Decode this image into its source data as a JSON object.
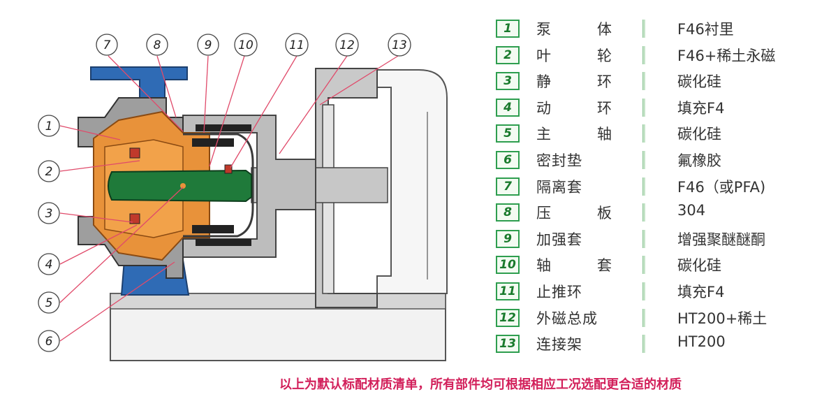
{
  "callouts": [
    "1",
    "2",
    "3",
    "4",
    "5",
    "6",
    "7",
    "8",
    "9",
    "10",
    "11",
    "12",
    "13"
  ],
  "parts": [
    {
      "num": "1",
      "name": "泵  体",
      "spread": true,
      "material": "F46衬里"
    },
    {
      "num": "2",
      "name": "叶  轮",
      "spread": true,
      "material": "F46+稀土永磁"
    },
    {
      "num": "3",
      "name": "静  环",
      "spread": true,
      "material": "碳化硅"
    },
    {
      "num": "4",
      "name": "动  环",
      "spread": true,
      "material": "填充F4"
    },
    {
      "num": "5",
      "name": "主  轴",
      "spread": true,
      "material": "碳化硅"
    },
    {
      "num": "6",
      "name": "密封垫",
      "spread": false,
      "material": "氟橡胶"
    },
    {
      "num": "7",
      "name": "隔离套",
      "spread": false,
      "material": "F46（或PFA)"
    },
    {
      "num": "8",
      "name": "压  板",
      "spread": true,
      "material": "304"
    },
    {
      "num": "9",
      "name": "加强套",
      "spread": false,
      "material": "增强聚醚醚酮"
    },
    {
      "num": "10",
      "name": "轴  套",
      "spread": true,
      "material": "碳化硅"
    },
    {
      "num": "11",
      "name": "止推环",
      "spread": false,
      "material": "填充F4"
    },
    {
      "num": "12",
      "name": "外磁总成",
      "spread": false,
      "material": "HT200+稀土"
    },
    {
      "num": "13",
      "name": "连接架",
      "spread": false,
      "material": "HT200"
    }
  ],
  "footnote": "以上为默认标配材质清单，所有部件均可根据相应工况选配更合适的材质",
  "colors": {
    "accent_green": "#2e9e4f",
    "footnote": "#d21f5a",
    "pump_blue": "#2f6bb5",
    "liner_orange": "#e8923a",
    "shaft_green": "#1f7a3a"
  }
}
